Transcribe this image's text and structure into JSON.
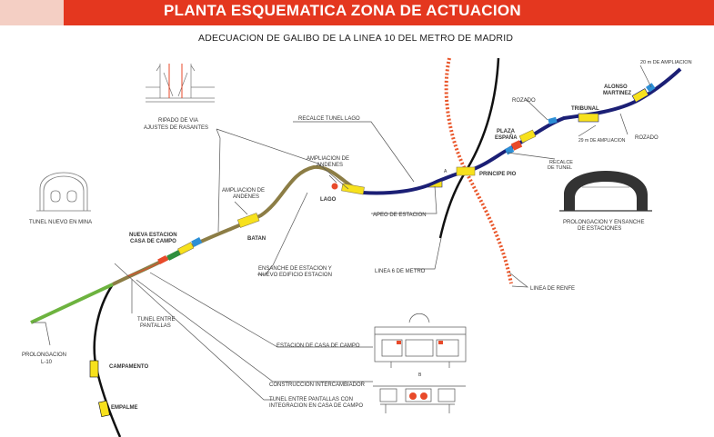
{
  "header": {
    "title": "PLANTA ESQUEMATICA ZONA DE ACTUACION",
    "subtitle": "ADECUACION DE GALIBO DE LA LINEA 10 DEL METRO DE MADRID"
  },
  "colors": {
    "banner": "#e4371f",
    "track_existing": "#1b1f75",
    "track_works": "#8c7d45",
    "track_extension": "#6db33f",
    "station_yellow": "#f7e11c",
    "station_red": "#e84a2a",
    "station_blue": "#2c8fd6",
    "renfe": "#e9562a"
  },
  "labels": {
    "ampliacion_right": "20 m DE AMPLIACION",
    "ampliacion_lower": "29 m DE AMPLIACION",
    "alonso_martinez": "ALONSO MARTINEZ",
    "tribunal": "TRIBUNAL",
    "rozado_top": "ROZADO",
    "rozado_right": "ROZADO",
    "plaza_espana": "PLAZA ESPAÑA",
    "recalce_tunel": "RECALCE DE TUNEL",
    "principe_pio": "PRINCIPE PIO",
    "recalce_tunel_lago": "RECALCE TUNEL LAGO",
    "ripado_via": "RIPADO DE VIA AJUSTES DE RASANTES",
    "ampliacion_andenes_lago": "AMPLIACION DE ANDENES",
    "ampliacion_andenes_batan": "AMPLIACION DE ANDENES",
    "lago": "LAGO",
    "apeo_estacion": "APEO DE ESTACION",
    "tunel_nuevo_mina": "TUNEL NUEVO EN MINA",
    "nueva_estacion": "NUEVA ESTACION CASA DE CAMPO",
    "batan": "BATAN",
    "ensanche": "ENSANCHE DE ESTACION Y NUEVO EDIFICIO ESTACION",
    "linea6": "LINEA 6 DE METRO",
    "prolongacion_ensanche": "PROLONGACION Y ENSANCHE DE ESTACIONES",
    "linea_renfe": "LINEA DE RENFE",
    "tunel_entre_pantallas": "TUNEL ENTRE PANTALLAS",
    "estacion_casa_campo": "ESTACION DE CASA DE CAMPO",
    "prolongacion_l10": "PROLONGACION L-10",
    "campamento": "CAMPAMENTO",
    "construccion_intercambiador": "CONSTRUCCION INTERCAMBIADOR",
    "tunel_integracion": "TUNEL ENTRE PANTALLAS CON INTEGRACION EN CASA DE CAMPO",
    "empalme": "EMPALME",
    "marker_a": "A",
    "marker_b": "B"
  }
}
